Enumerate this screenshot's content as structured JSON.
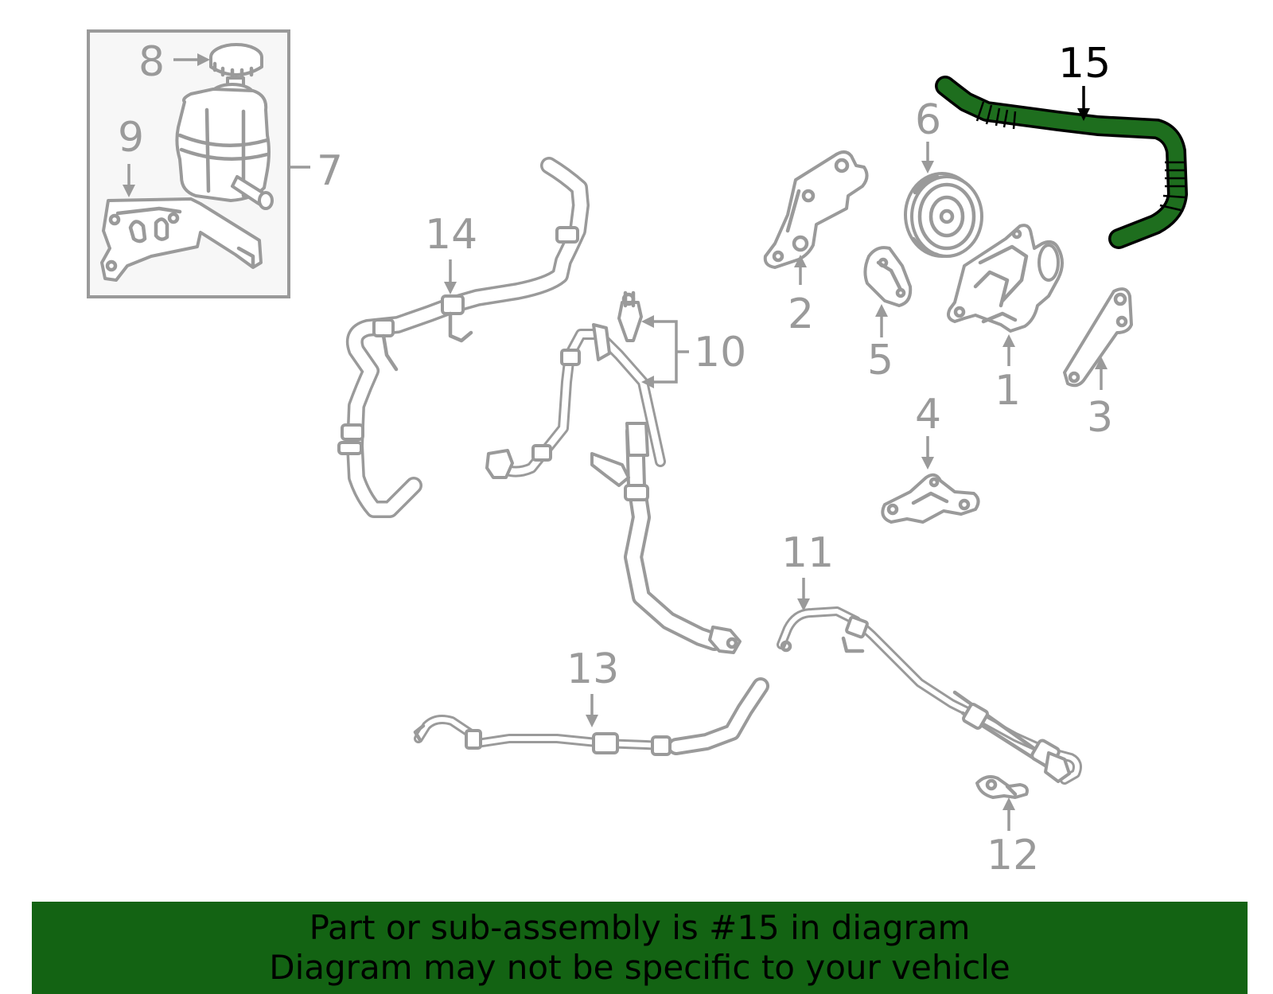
{
  "callouts": {
    "c1": "1",
    "c2": "2",
    "c3": "3",
    "c4": "4",
    "c5": "5",
    "c6": "6",
    "c7": "7",
    "c8": "8",
    "c9": "9",
    "c10": "10",
    "c11": "11",
    "c12": "12",
    "c13": "13",
    "c14": "14",
    "c15": "15"
  },
  "highlighted_part": "15",
  "colors": {
    "part_line": "#9a9a9a",
    "highlight_fill": "#1e6e1e",
    "highlight_outline": "#000000",
    "banner_bg": "#136313",
    "banner_text": "#000000"
  },
  "banner": {
    "line1": "Part or sub-assembly is #15 in diagram",
    "line2": "Diagram may not be specific to your vehicle"
  }
}
